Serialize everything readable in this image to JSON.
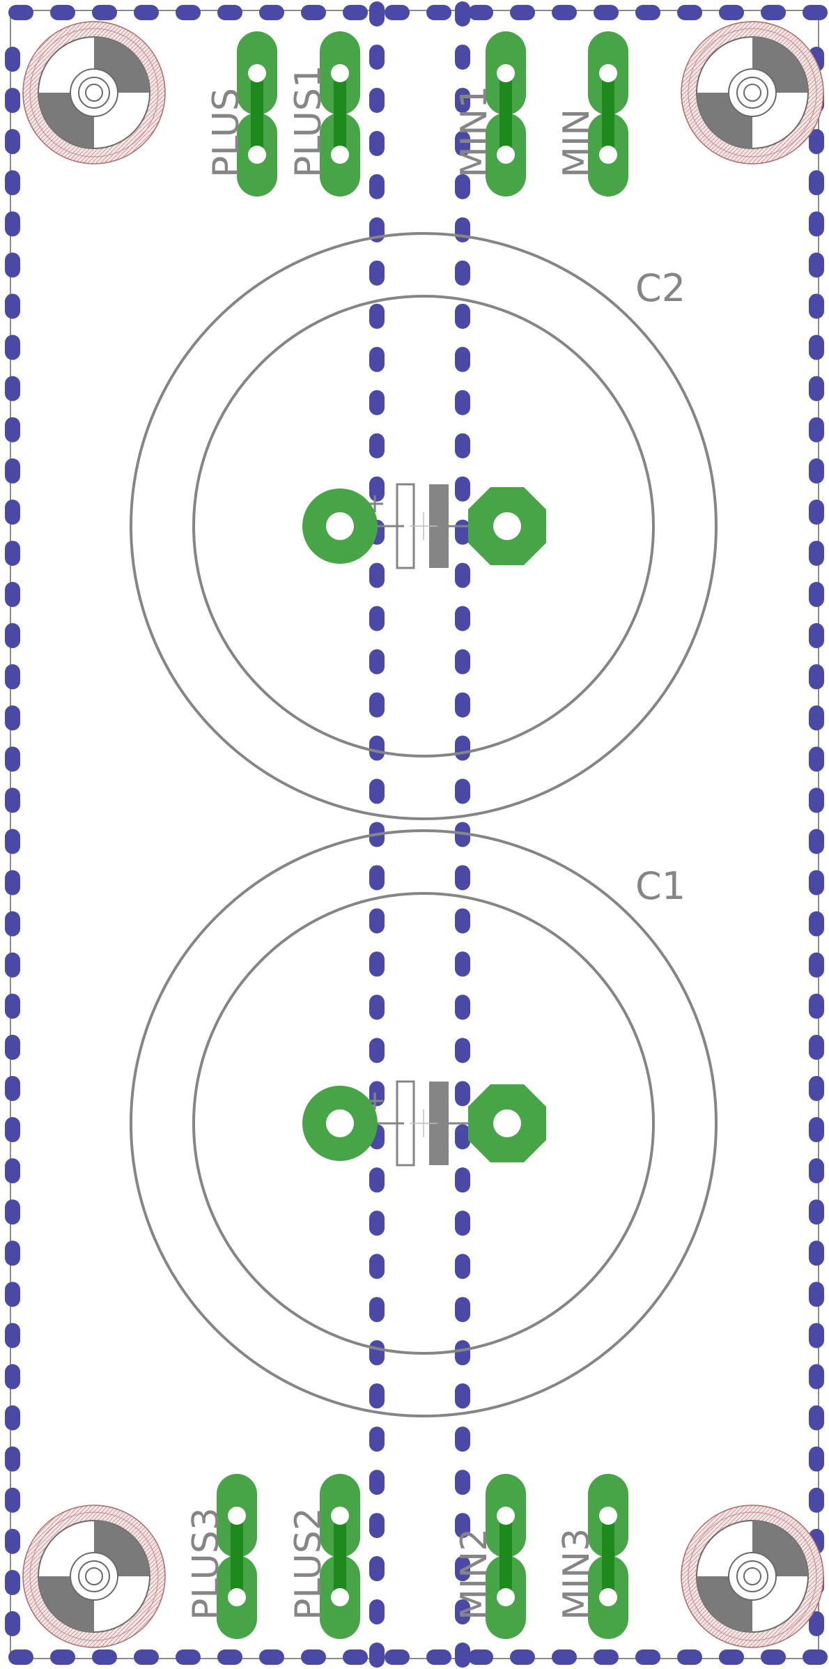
{
  "colors": {
    "background": "#ffffff",
    "pad": "#47a447",
    "trace": "#1e8a1e",
    "silkscreen": "#858585",
    "dotted_trace": "#4a4aa6",
    "board_outline": "#7c7c7c",
    "hole": "#ffffff",
    "mount_hatch": "#e8c4c4"
  },
  "capacitors": [
    {
      "id": "cap-c2",
      "label": "C2",
      "plus_mark": "+"
    },
    {
      "id": "cap-c1",
      "label": "C1",
      "plus_mark": "+"
    }
  ],
  "connectors": [
    {
      "id": "conn-plus",
      "label": "PLUS"
    },
    {
      "id": "conn-plus1",
      "label": "PLUS1"
    },
    {
      "id": "conn-min1",
      "label": "MIN1"
    },
    {
      "id": "conn-min",
      "label": "MIN"
    },
    {
      "id": "conn-plus3",
      "label": "PLUS3"
    },
    {
      "id": "conn-plus2",
      "label": "PLUS2"
    },
    {
      "id": "conn-min2",
      "label": "MIN2"
    },
    {
      "id": "conn-min3",
      "label": "MIN3"
    }
  ],
  "mounting_holes": [
    {
      "id": "hole-top-left"
    },
    {
      "id": "hole-top-right"
    },
    {
      "id": "hole-bottom-left"
    },
    {
      "id": "hole-bottom-right"
    }
  ]
}
